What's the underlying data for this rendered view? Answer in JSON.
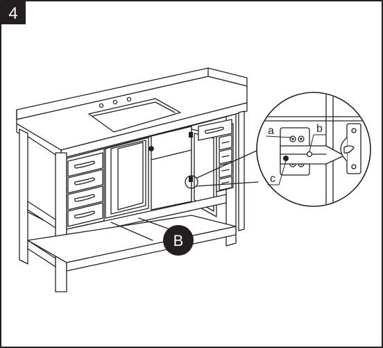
{
  "step": {
    "number": "4"
  },
  "callouts": {
    "a": "a",
    "b": "b",
    "c": "c"
  },
  "part_badge": {
    "label": "B"
  },
  "colors": {
    "ink": "#231f20",
    "paper": "#ffffff",
    "badge": "#231f20"
  }
}
